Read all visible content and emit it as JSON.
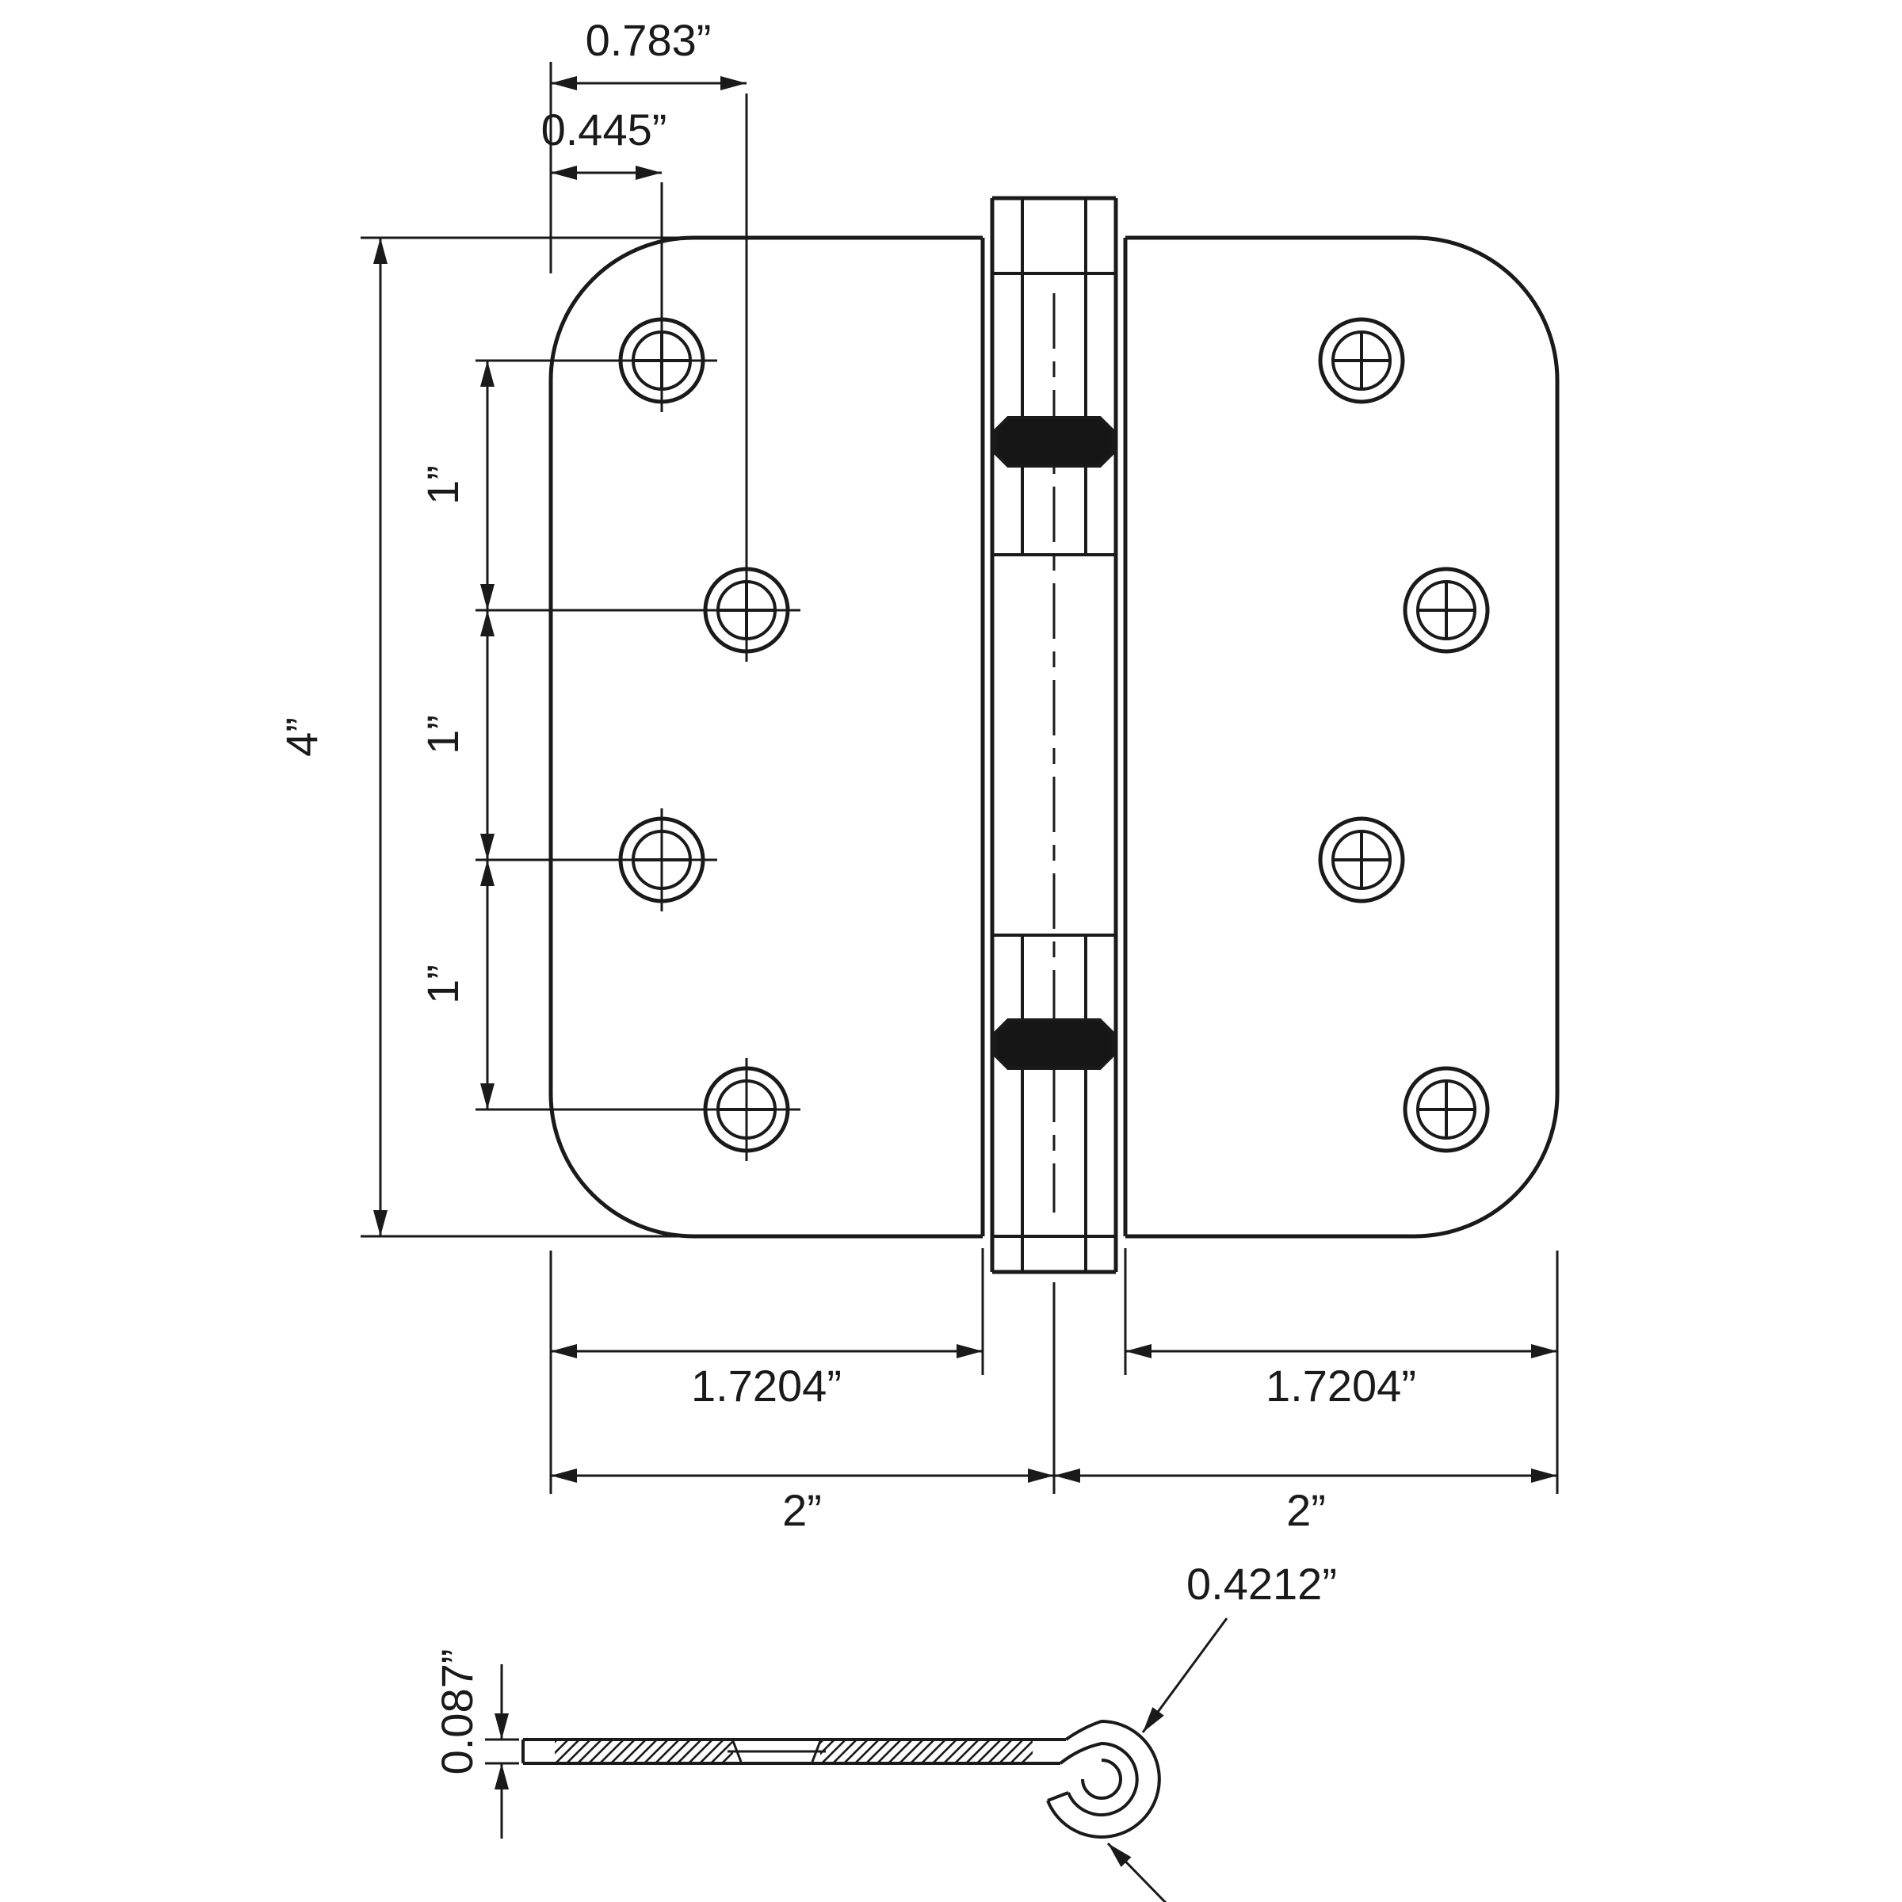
{
  "colors": {
    "ink": "#1a1a1a",
    "background": "#ffffff"
  },
  "front_view": {
    "offset_outer": "0.783”",
    "offset_inner": "0.445”",
    "height": "4”",
    "pitch_1": "1”",
    "pitch_2": "1”",
    "pitch_3": "1”",
    "leaf_width_left": "1.7204”",
    "leaf_width_right": "1.7204”",
    "half_width_left": "2”",
    "half_width_right": "2”"
  },
  "side_view": {
    "thickness": "0.087”",
    "knuckle_diameter": "0.4212”"
  }
}
